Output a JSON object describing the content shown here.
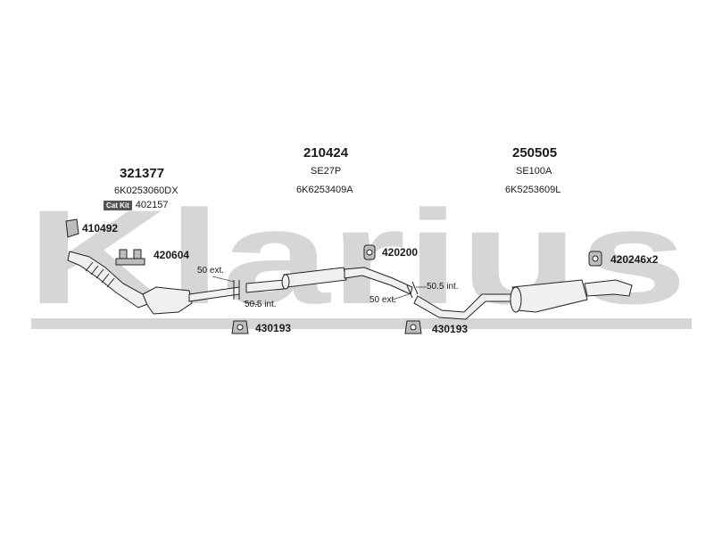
{
  "watermark": {
    "text": "Klarius",
    "color": "#d6d6d6"
  },
  "assemblies": [
    {
      "number": "321377",
      "code": "6K0253060DX",
      "cat_kit_label": "Cat Kit",
      "cat_kit_number": "402157"
    },
    {
      "number": "210424",
      "model": "SE27P",
      "code": "6K6253409A"
    },
    {
      "number": "250505",
      "model": "SE100A",
      "code": "6K5253609L"
    }
  ],
  "parts": {
    "p410492": "410492",
    "p420604": "420604",
    "p420200": "420200",
    "p420246": "420246x2",
    "p430193_a": "430193",
    "p430193_b": "430193"
  },
  "dimensions": {
    "d1_ext": "50 ext.",
    "d1_int": "50.5 int.",
    "d2_ext": "50 ext.",
    "d2_int": "50.5 int."
  },
  "colors": {
    "pipe_fill": "#f0f0f0",
    "stroke": "#222222",
    "part_fill": "#bdbdbd"
  }
}
